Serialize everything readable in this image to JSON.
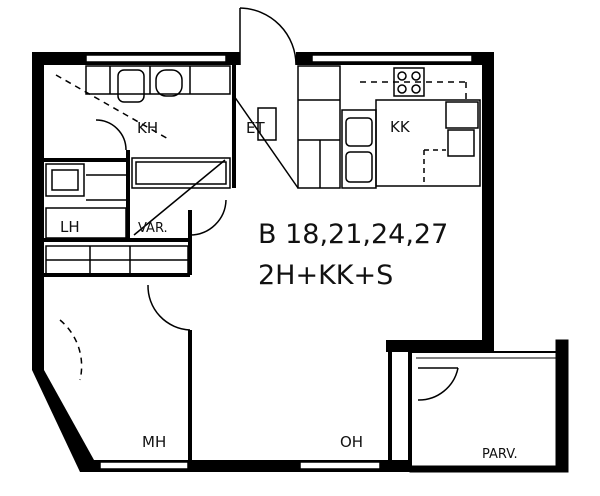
{
  "rooms": {
    "kh_top": "KH",
    "et": "ET",
    "kk": "KK",
    "lh": "LH",
    "var": "VAR.",
    "mh": "MH",
    "oh": "OH",
    "parv": "PARV."
  },
  "unit": {
    "numbers": "B 18,21,24,27",
    "type": "2H+KK+S"
  },
  "colors": {
    "wall": "#000000",
    "line": "#111111",
    "paper": "#ffffff"
  }
}
